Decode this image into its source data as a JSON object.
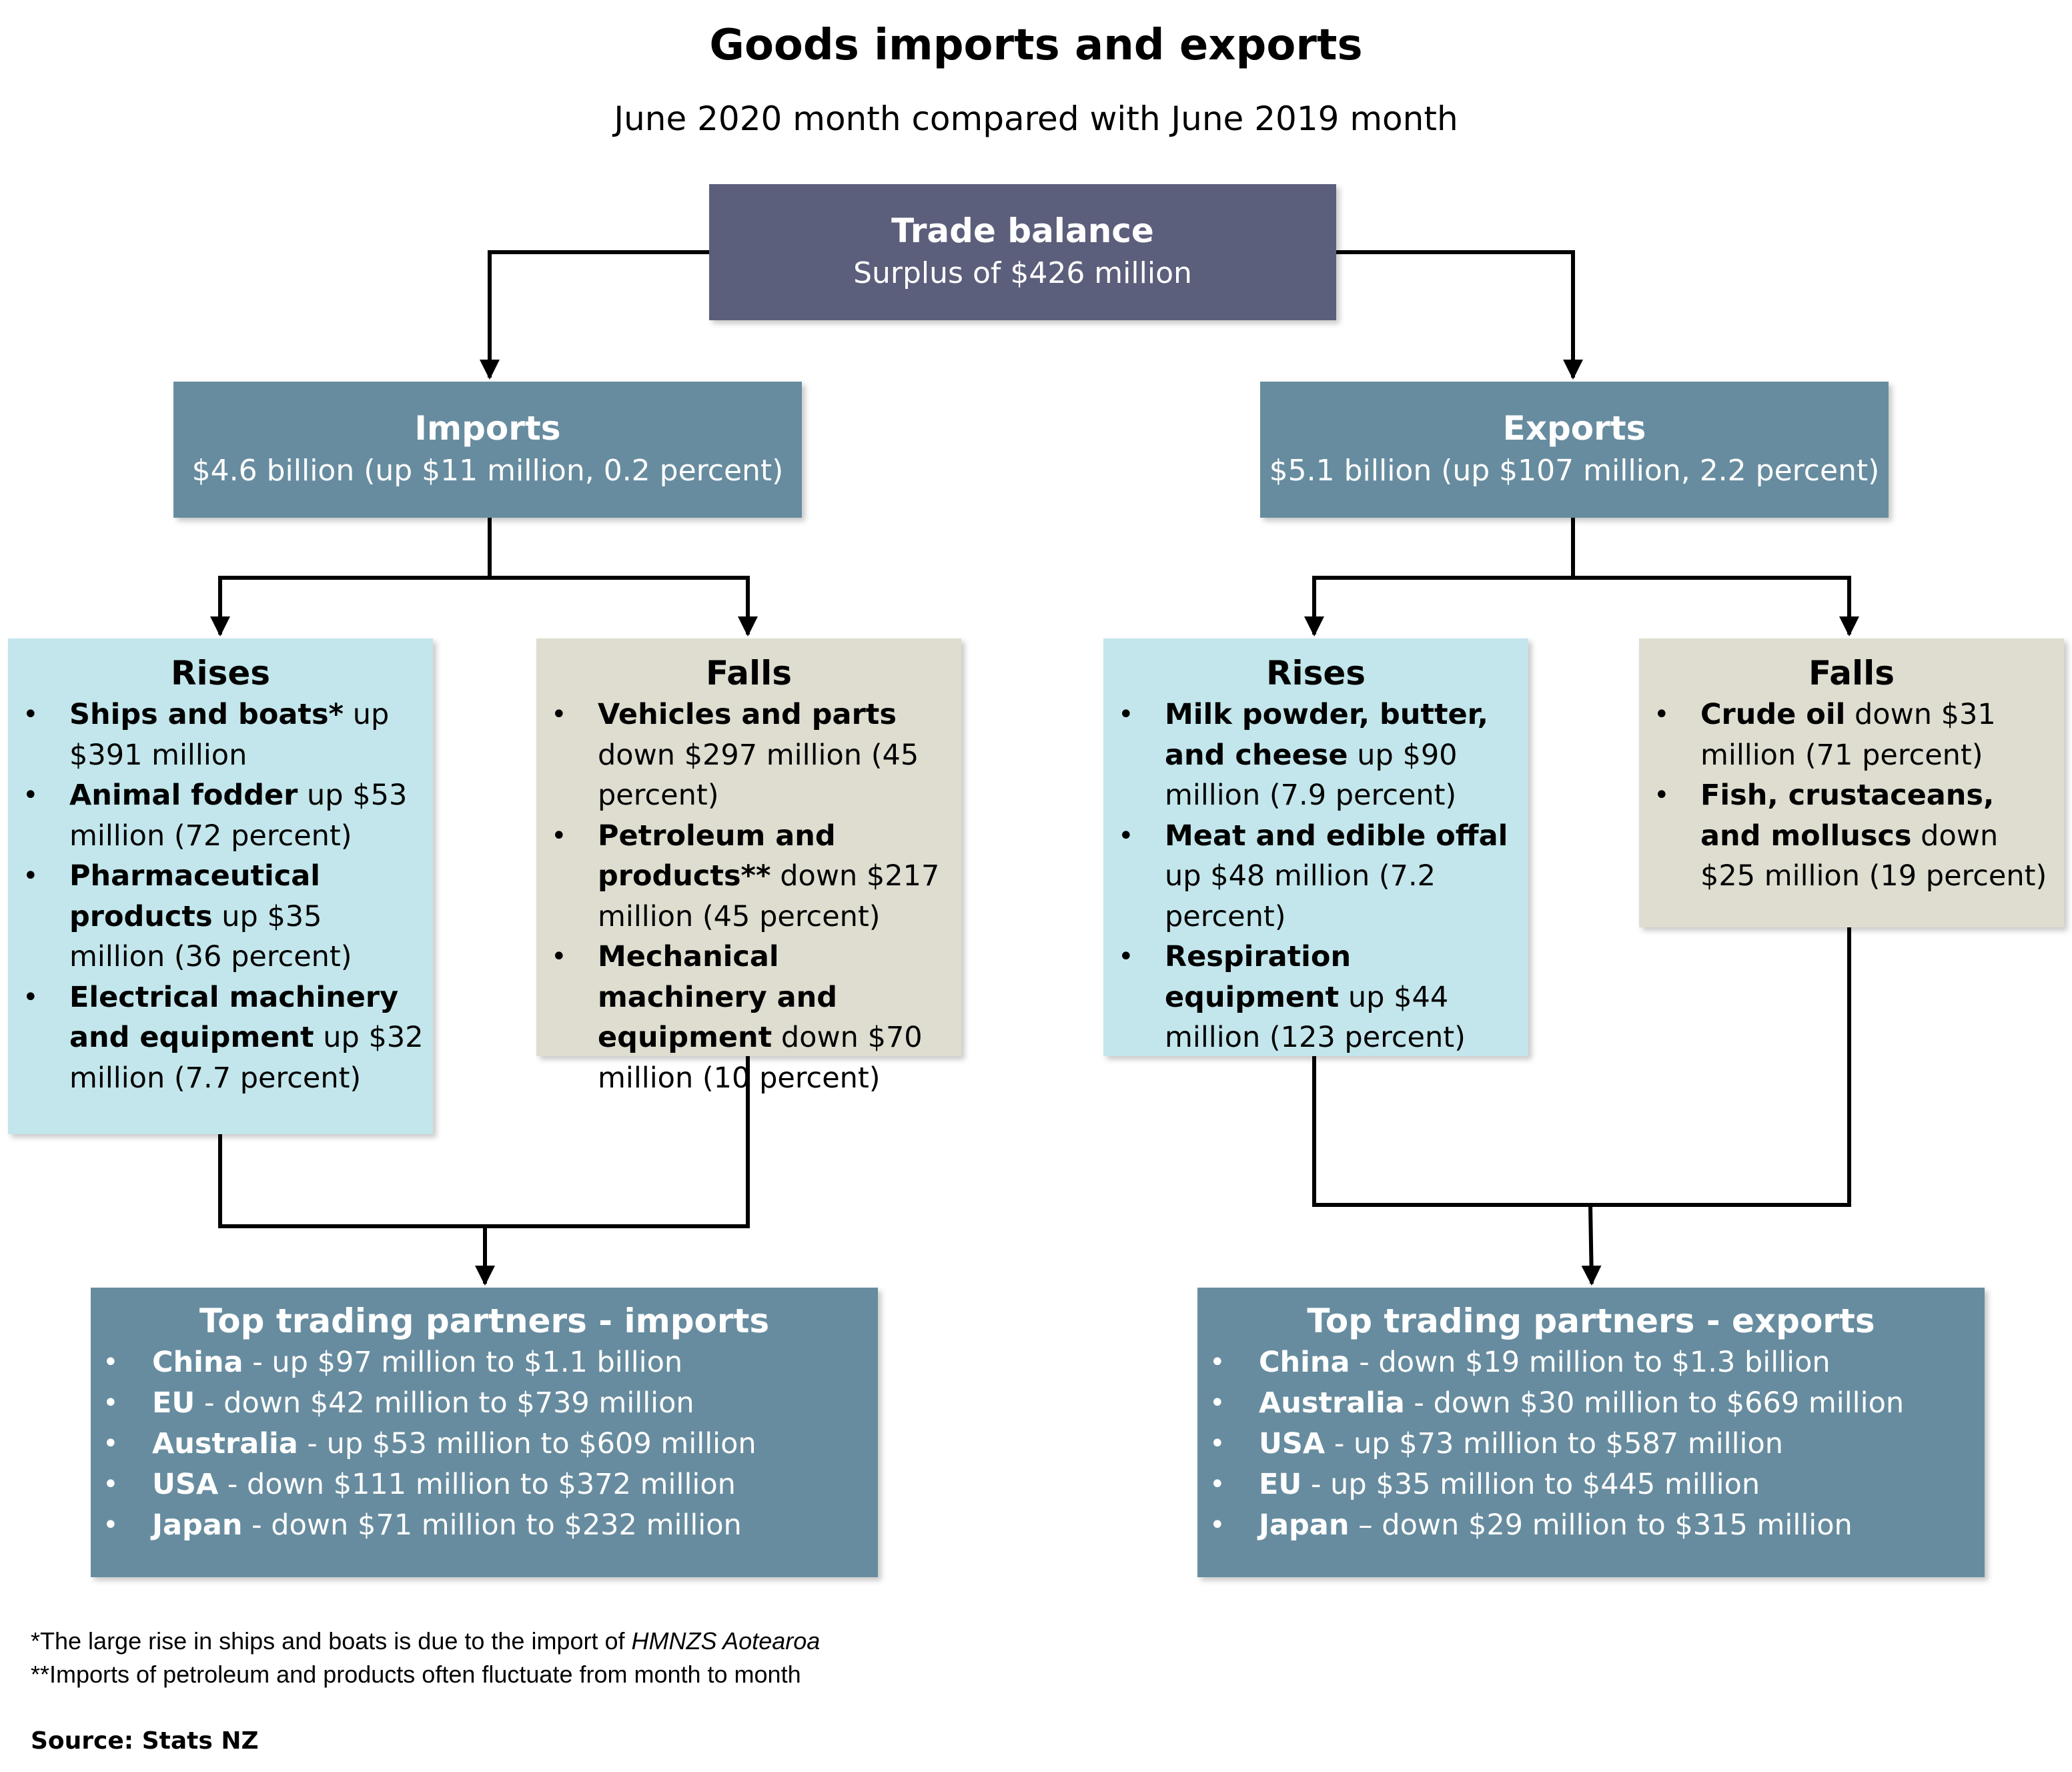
{
  "title": "Goods imports and exports",
  "subtitle": "June 2020 month compared with June 2019 month",
  "trade_balance": {
    "label": "Trade balance",
    "value": "Surplus of $426 million"
  },
  "imports": {
    "label": "Imports",
    "value": "$4.6 billion (up $11 million, 0.2 percent)",
    "rises": {
      "label": "Rises",
      "items": [
        {
          "bold": "Ships and boats*",
          "text": " up $391 million"
        },
        {
          "bold": "Animal fodder",
          "text": " up $53 million (72 percent)"
        },
        {
          "bold": "Pharmaceutical products",
          "text": " up $35 million (36 percent)"
        },
        {
          "bold": "Electrical machinery and equipment",
          "text": " up $32 million (7.7 percent)"
        }
      ]
    },
    "falls": {
      "label": "Falls",
      "items": [
        {
          "bold": "Vehicles and parts",
          "text": " down $297 million (45 percent)"
        },
        {
          "bold": "Petroleum and products**",
          "text": " down $217 million (45 percent)"
        },
        {
          "bold": "Mechanical machinery and equipment",
          "text": " down $70 million (10 percent)"
        }
      ]
    },
    "partners": {
      "label": "Top trading partners - imports",
      "items": [
        {
          "bold": "China",
          "text": " - up $97 million to $1.1 billion"
        },
        {
          "bold": "EU",
          "text": " - down $42 million to $739 million"
        },
        {
          "bold": "Australia",
          "text": " - up $53 million to $609 million"
        },
        {
          "bold": "USA",
          "text": " - down $111 million to $372 million"
        },
        {
          "bold": "Japan",
          "text": " - down $71 million to $232 million"
        }
      ]
    }
  },
  "exports": {
    "label": "Exports",
    "value": "$5.1 billion (up $107 million, 2.2 percent)",
    "rises": {
      "label": "Rises",
      "items": [
        {
          "bold": "Milk powder, butter, and cheese",
          "text": " up $90 million (7.9 percent)"
        },
        {
          "bold": "Meat and edible offal",
          "text": " up $48 million (7.2 percent)"
        },
        {
          "bold": "Respiration equipment",
          "text": " up $44 million (123 percent)"
        }
      ]
    },
    "falls": {
      "label": "Falls",
      "items": [
        {
          "bold": "Crude oil",
          "text": " down $31 million (71 percent)"
        },
        {
          "bold": "Fish, crustaceans, and molluscs",
          "text": " down $25 million (19 percent)"
        }
      ]
    },
    "partners": {
      "label": "Top trading partners - exports",
      "items": [
        {
          "bold": "China",
          "text": " - down $19 million to $1.3 billion"
        },
        {
          "bold": "Australia",
          "text": " - down $30 million to $669 million"
        },
        {
          "bold": "USA",
          "text": " - up $73 million to $587 million"
        },
        {
          "bold": "EU",
          "text": " - up $35 million to $445 million"
        },
        {
          "bold": "Japan",
          "text": " – down $29 million to $315 million"
        }
      ]
    }
  },
  "footnotes": {
    "note1_text": "*The large rise in ships and boats is due to the import of ",
    "note1_italic": "HMNZS Aotearoa",
    "note2": "**Imports of petroleum and products often fluctuate from month to month"
  },
  "source": "Source: Stats NZ"
}
